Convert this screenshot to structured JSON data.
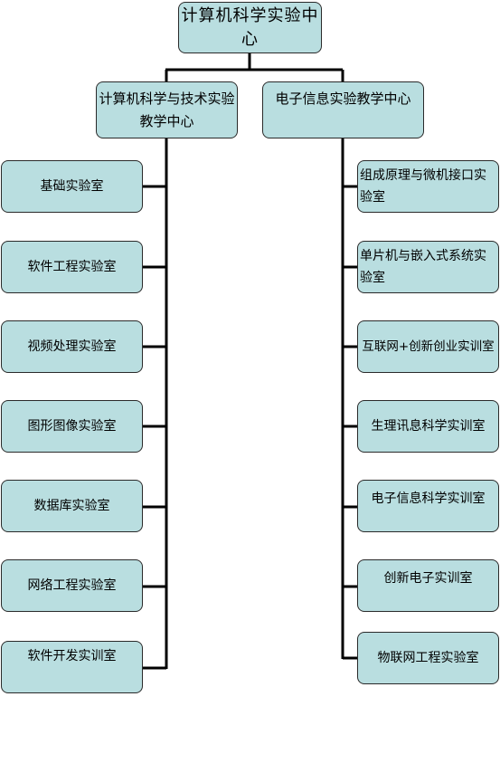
{
  "root": {
    "title": "计算机科学实验中心"
  },
  "left_branch": {
    "title": "计算机科学与技术实验教学中心",
    "labs": [
      "基础实验室",
      "软件工程实验室",
      "视频处理实验室",
      "图形图像实验室",
      "数据库实验室",
      "网络工程实验室",
      "软件开发实训室"
    ]
  },
  "right_branch": {
    "title": "电子信息实验教学中心",
    "labs": [
      "组成原理与微机接口实验室",
      "单片机与嵌入式系统实验室",
      "互联网+创新创业实训室",
      "生理讯息科学实训室",
      "电子信息科学实训室",
      "创新电子实训室",
      "物联网工程实验室"
    ]
  },
  "colors": {
    "node_fill": "#b9dee0",
    "node_border": "#2a2a2a",
    "connector": "#000000"
  }
}
